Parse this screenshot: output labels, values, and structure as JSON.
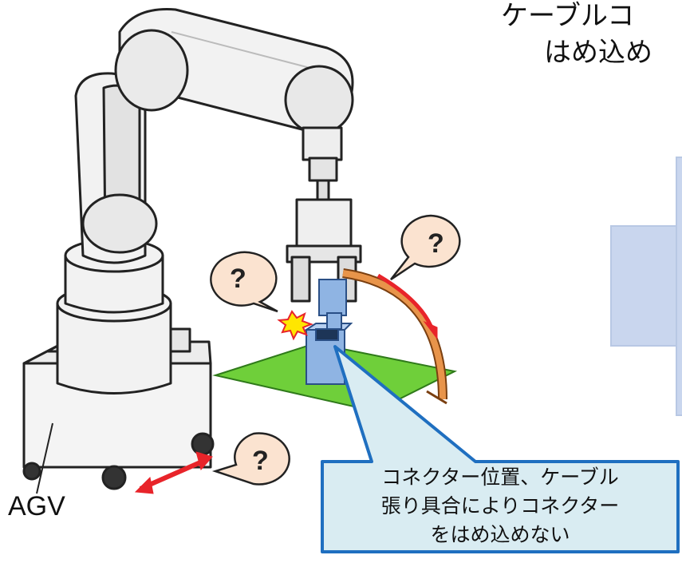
{
  "title": {
    "line1": "ケーブルコ",
    "line2": "はめ込め"
  },
  "labels": {
    "agv": "AGV"
  },
  "question_marks": {
    "gripper": "?",
    "cable": "?",
    "agv": "?"
  },
  "callout": {
    "line1": "コネクター位置、ケーブル",
    "line2": "張り具合によりコネクター",
    "line3": "をはめ込めない"
  },
  "colors": {
    "robot_fill": "#f2f2f2",
    "outline": "#222222",
    "board": "#6fcf3a",
    "connector": "#8fb4e3",
    "cable": "#e8944a",
    "arrow": "#e8242a",
    "bubble": "#fbe3d0",
    "callout_fill": "#d9ecf2",
    "callout_border": "#1f6fc0",
    "right_panel": "#c9d6ee"
  }
}
